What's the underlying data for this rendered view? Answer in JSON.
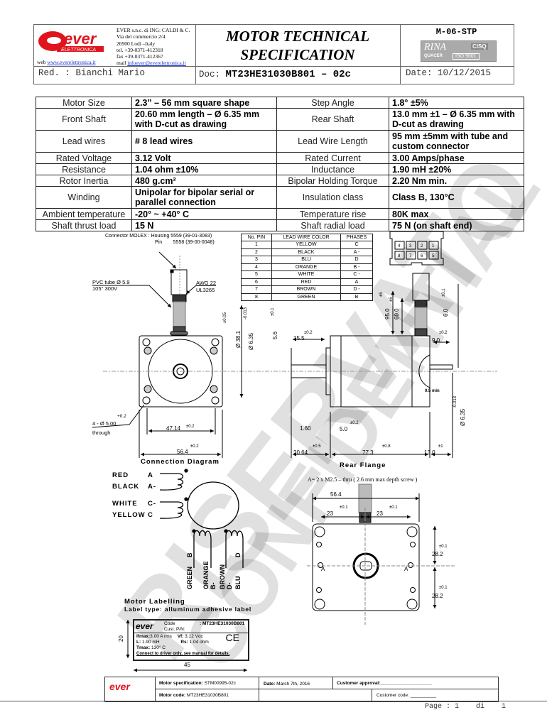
{
  "header": {
    "company_lines": [
      "EVER s.n.c. di ING: CALDI & C.",
      "Via del commercio 2/4",
      "26900 Lodi –Italy",
      "tel. +39-0371-412318",
      "fax +39-0371-412367"
    ],
    "mail_label": "mail",
    "mail": "infoever@everelettronica.it",
    "web_label": "web",
    "web": "www.everelettronica.it",
    "logo": "ever ELETTRONICA",
    "title_line1": "MOTOR TECHNICAL",
    "title_line2": "SPECIFICATION",
    "code": "M-06-STP",
    "cert_logo": "RINA CISQ QUACER ISO 9001",
    "red": "Red. : Bianchi Mario",
    "doc_label": "Doc:",
    "doc": "MT23HE31030B801 – 02c",
    "date": "Date: 10/12/2015"
  },
  "spec": [
    [
      "Motor Size",
      "2.3” – 56 mm square shape",
      "Step Angle",
      "1.8° ±5%"
    ],
    [
      "Front Shaft",
      "20.60 mm length – Ø 6.35 mm with D-cut as drawing",
      "Rear Shaft",
      "13.0 mm ±1 – Ø 6.35 mm with D-cut as drawing"
    ],
    [
      "Lead wires",
      "# 8 lead wires",
      "Lead Wire Length",
      "95 mm ±5mm with tube and custom connector"
    ],
    [
      "Rated Voltage",
      "3.12 Volt",
      "Rated Current",
      "3.00 Amps/phase"
    ],
    [
      "Resistance",
      "1.04 ohm ±10%",
      "Inductance",
      "1.90 mH ±20%"
    ],
    [
      "Rotor Inertia",
      "480 g.cm²",
      "Bipolar Holding Torque",
      "2.20 Nm min."
    ],
    [
      "Winding",
      "Unipolar for bipolar serial or parallel connection",
      "Insulation class",
      "Class B, 130°C"
    ],
    [
      "Ambient temperature",
      "-20° ~ +40° C",
      "Temperature rise",
      "80K max"
    ],
    [
      "Shaft thrust load",
      "15 N",
      "Shaft radial load",
      "75 N (on shaft end)"
    ]
  ],
  "pins": {
    "headers": [
      "No. PIN",
      "LEAD WIRE COLOR",
      "PHASES"
    ],
    "rows": [
      [
        "1",
        "YELLOW",
        "C"
      ],
      [
        "2",
        "BLACK",
        "A -"
      ],
      [
        "3",
        "BLU",
        "D"
      ],
      [
        "4",
        "ORANGE",
        "B -"
      ],
      [
        "5",
        "WHITE",
        "C -"
      ],
      [
        "6",
        "RED",
        "A"
      ],
      [
        "7",
        "BROWN",
        "D -"
      ],
      [
        "8",
        "GREEN",
        "B"
      ]
    ]
  },
  "molex_pins": [
    "4",
    "3",
    "2",
    "1",
    "8",
    "7",
    "6",
    "5"
  ],
  "drawing": {
    "connector1": "Connector MOLEX : Housing 5559 (39-01-3083)",
    "connector2": "Pin        5558 (39-00-0048)",
    "pvc1": "PVC tube Ø 5.9",
    "pvc2": "105° 300V",
    "awg1": "AWG 22",
    "awg2": "UL3265",
    "holes1": "+0.2",
    "holes2": "4 - Ø 5.00",
    "holes3": "through",
    "dims": [
      "±0.05",
      "Ø  38.1",
      "-0.013",
      "Ø  6.35",
      "±0.1",
      "5.6",
      "±0.2",
      "15.5",
      "±0.2",
      "47.14",
      "±0.2",
      "56.4",
      "1.60",
      "±0.2",
      "5.0",
      "±0.5",
      "20.64",
      "±0.8",
      "77.3",
      "±1",
      "13.0",
      "±5",
      "95.0",
      "±5",
      "60.0",
      "±0.1",
      "6.0",
      "±0.2",
      "9.0",
      "0.5 min",
      "-0.013",
      "Ø  6.35"
    ]
  },
  "connection": {
    "title": "Connection Diagram",
    "left": [
      [
        "RED",
        "A"
      ],
      [
        "BLACK",
        "A-"
      ],
      [
        "WHITE",
        "C-"
      ],
      [
        "YELLOW",
        "C"
      ]
    ],
    "bottom": [
      "GREEN",
      "B",
      "ORANGE B-",
      "BROWN D-",
      "D",
      "BLU"
    ]
  },
  "rear": {
    "title": "Rear Flange",
    "note": "A= 2 x M2.5 – thru ( 2.6 mm max depth screw )",
    "dims": [
      "56.4",
      "±0.1",
      "23",
      "±0.1",
      "23",
      "±0.1",
      "28.2",
      "±0.1",
      "28.2"
    ],
    "a": "A"
  },
  "labelling": {
    "title": "Motor Labelling",
    "type": "Label type: alluminum adhesive label",
    "code_label": "Code",
    "code": ": MT23HE31030B801",
    "cust": "Cust. P/N:",
    "l1a": "Ifmax:",
    "l1b": "3.00 A rms",
    "l1c": "Vf:",
    "l1d": "3.12 Vdc",
    "l2a": "L:",
    "l2b": "1.90 mH",
    "l2c": "Rs:",
    "l2d": "1.04 ohm",
    "l3a": "Tmax:",
    "l3b": "130° C",
    "warn": "Connect to driver only, see manual for details.",
    "ce": "CE",
    "h": "20",
    "w": "45"
  },
  "footer": {
    "spec_label": "Motor specification:",
    "spec": "STM00995-02c",
    "date_label": "Date:",
    "date": "March 7th, 2016",
    "approval": "Customer approval:____________________",
    "code_label": "Motor code:",
    "code": "MT23HE31030B801",
    "cust_code": "Customer code: __________",
    "page": "Page : 1    di    1"
  },
  "watermark": [
    "RISERVATO",
    "CONFIDENTIAL"
  ],
  "colors": {
    "brand_red": "#e0141c",
    "link": "#1a33cc"
  }
}
